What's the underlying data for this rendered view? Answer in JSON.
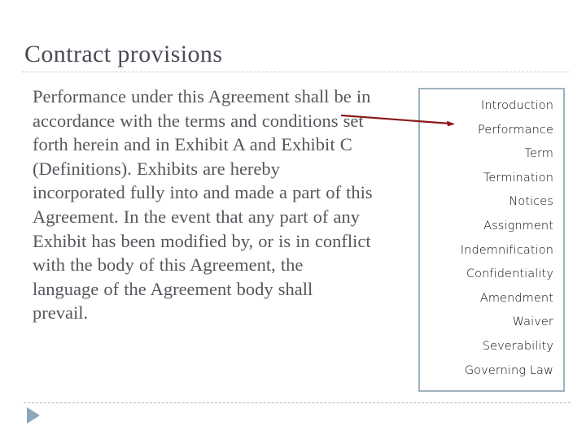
{
  "slide": {
    "title": "Contract provisions",
    "body_paragraph": "Performance under this Agreement shall be in accordance with the terms and conditions set forth herein and in Exhibit A and Exhibit C (Definitions). Exhibits are hereby incorporated fully into and made a part of this Agreement. In the event that any part of any Exhibit has been modified by, or is in conflict with the body of this Agreement, the language of the Agreement body shall prevail."
  },
  "outline_panel": {
    "items": [
      {
        "label": "Introduction"
      },
      {
        "label": "Performance"
      },
      {
        "label": "Term"
      },
      {
        "label": "Termination"
      },
      {
        "label": "Notices"
      },
      {
        "label": "Assignment"
      },
      {
        "label": "Indemnification"
      },
      {
        "label": "Confidentiality"
      },
      {
        "label": "Amendment"
      },
      {
        "label": "Waiver"
      },
      {
        "label": "Severability"
      },
      {
        "label": "Governing Law"
      }
    ],
    "highlighted_item": "Performance"
  },
  "annotations": {
    "connector_arrow": {
      "icon": "arrow-right-icon",
      "points_to": "Performance"
    }
  },
  "controls": {
    "advance": {
      "icon": "play-triangle-icon"
    }
  },
  "colors": {
    "title": "#4a4a55",
    "body_text": "#56565d",
    "panel_border": "#9fb3bd",
    "arrow": "#8b1a1a",
    "rule_top": "#c9ccd1",
    "rule_bottom": "#a9bcc6",
    "play_triangle": "#8ba7bb",
    "background": "#ffffff"
  }
}
